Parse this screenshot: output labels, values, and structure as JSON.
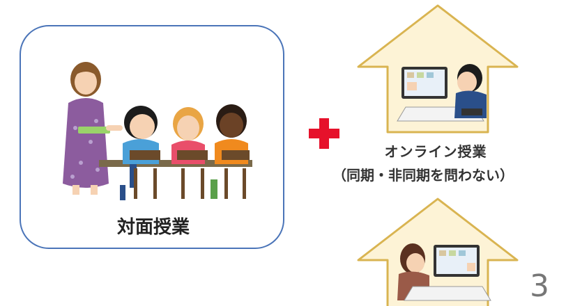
{
  "inperson": {
    "label": "対面授業"
  },
  "online": {
    "title": "オンライン授業",
    "subtitle": "（同期・非同期を問わない）"
  },
  "page_number": "3",
  "colors": {
    "panel_border": "#4a74b8",
    "house_fill": "#fdf3d6",
    "house_stroke": "#d9b451",
    "plus": "#e6112b"
  },
  "icons": {
    "teacher": "teacher-illustration",
    "students": "students-illustration",
    "house_top": "house-online-boy-icon",
    "house_bottom": "house-online-girl-icon",
    "plus": "plus-icon"
  }
}
